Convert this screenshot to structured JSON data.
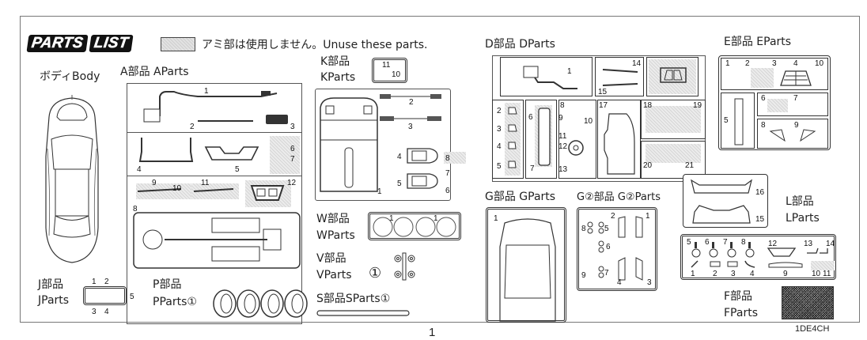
{
  "header": {
    "logo_word1": "PARTS",
    "logo_word2": "LIST",
    "unused_note": "アミ部は使用しません。Unuse these parts."
  },
  "body": {
    "label": "ボディBody"
  },
  "sections": {
    "A": {
      "label": "A部品 AParts",
      "part_numbers": [
        "1",
        "2",
        "3",
        "4",
        "5",
        "6",
        "7",
        "8",
        "9",
        "10",
        "11",
        "12"
      ]
    },
    "K": {
      "label_jp": "K部品",
      "label_en": "KParts",
      "part_numbers": [
        "1",
        "2",
        "3",
        "4",
        "5",
        "6",
        "7",
        "8",
        "10",
        "11"
      ]
    },
    "D": {
      "label": "D部品 DParts",
      "part_numbers": [
        "1",
        "2",
        "3",
        "4",
        "5",
        "6",
        "7",
        "8",
        "9",
        "10",
        "11",
        "12",
        "13",
        "14",
        "15",
        "17",
        "18",
        "19",
        "20",
        "21"
      ]
    },
    "E": {
      "label": "E部品 EParts",
      "part_numbers": [
        "1",
        "2",
        "3",
        "4",
        "5",
        "6",
        "7",
        "8",
        "9",
        "10"
      ]
    },
    "J": {
      "label_jp": "J部品",
      "label_en": "JParts",
      "part_numbers": [
        "1",
        "2",
        "3",
        "4",
        "5"
      ]
    },
    "P": {
      "label_jp": "P部品",
      "label_en": "PParts",
      "quantity": "①"
    },
    "W": {
      "label_jp": "W部品",
      "label_en": "WParts",
      "part_numbers": [
        "1",
        "1"
      ]
    },
    "V": {
      "label_jp": "V部品",
      "label_en": "VParts",
      "quantity": "①"
    },
    "S": {
      "label": "S部品SParts",
      "quantity": "①"
    },
    "G": {
      "label": "G部品 GParts",
      "part_numbers": [
        "1"
      ]
    },
    "G2": {
      "label": "G②部品 G②Parts",
      "part_numbers": [
        "1",
        "2",
        "3",
        "4",
        "5",
        "6",
        "7",
        "8",
        "9"
      ]
    },
    "L": {
      "label_jp": "L部品",
      "label_en": "LParts",
      "part_numbers": [
        "15",
        "16"
      ]
    },
    "F": {
      "label_jp": "F部品",
      "label_en": "FParts",
      "part_numbers": [
        "1",
        "2",
        "3",
        "4",
        "5",
        "6",
        "7",
        "8",
        "9",
        "10",
        "11",
        "12",
        "13",
        "14"
      ]
    }
  },
  "footer": {
    "page_number": "1",
    "code": "1DE4CH"
  }
}
